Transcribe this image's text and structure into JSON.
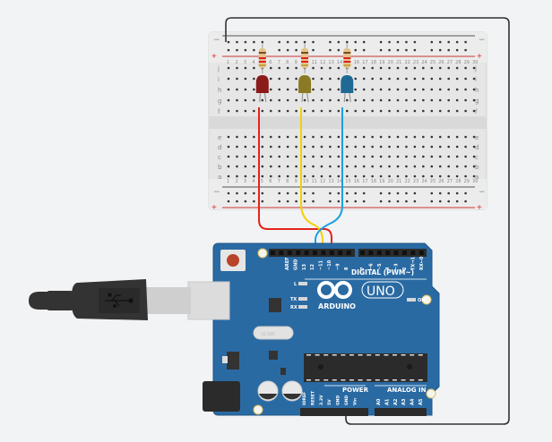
{
  "scene": {
    "type": "circuit-simulator",
    "components": [
      "breadboard",
      "arduino-uno",
      "usb-cable",
      "resistor-x3",
      "led-red",
      "led-yellow",
      "led-blue"
    ]
  },
  "breadboard": {
    "rail_minus": "−",
    "rail_plus": "+",
    "row_letters_top": [
      "j",
      "i",
      "h",
      "g",
      "f"
    ],
    "row_letters_bottom": [
      "e",
      "d",
      "c",
      "b",
      "a"
    ],
    "columns": 30
  },
  "leds": [
    {
      "name": "led-red",
      "color": "#8b1a1a",
      "column": 5,
      "pin": "~10",
      "wire_color": "#e3241b"
    },
    {
      "name": "led-yellow",
      "color": "#8a7a24",
      "column": 10,
      "pin": "~11",
      "wire_color": "#f5d000"
    },
    {
      "name": "led-blue",
      "color": "#1e6a95",
      "column": 15,
      "pin": "12",
      "wire_color": "#1aa0e0"
    }
  ],
  "arduino": {
    "logo_text": "ARDUINO",
    "model": "UNO",
    "digital_label": "DIGITAL (PWM~)",
    "digital_pins_left": [
      "AREF",
      "GND",
      "13",
      "12",
      "~11",
      "~10",
      "~9",
      "8"
    ],
    "digital_pins_right": [
      "7",
      "~6",
      "~5",
      "4",
      "~3",
      "2",
      "TX→1",
      "RX←0"
    ],
    "led_labels": {
      "l": "L",
      "tx": "TX",
      "rx": "RX",
      "on": "ON"
    },
    "power_label": "POWER",
    "power_pins": [
      "IOREF",
      "RESET",
      "3.3V",
      "5V",
      "GND",
      "GND",
      "Vin"
    ],
    "analog_label": "ANALOG IN",
    "analog_pins": [
      "A0",
      "A1",
      "A2",
      "A3",
      "A4",
      "A5"
    ],
    "board_color": "#2a6aa3",
    "crystal_text": "16.000"
  },
  "colors": {
    "background": "#f2f3f5",
    "breadboard": "#e8e8e8",
    "ground_wire": "#333333"
  }
}
